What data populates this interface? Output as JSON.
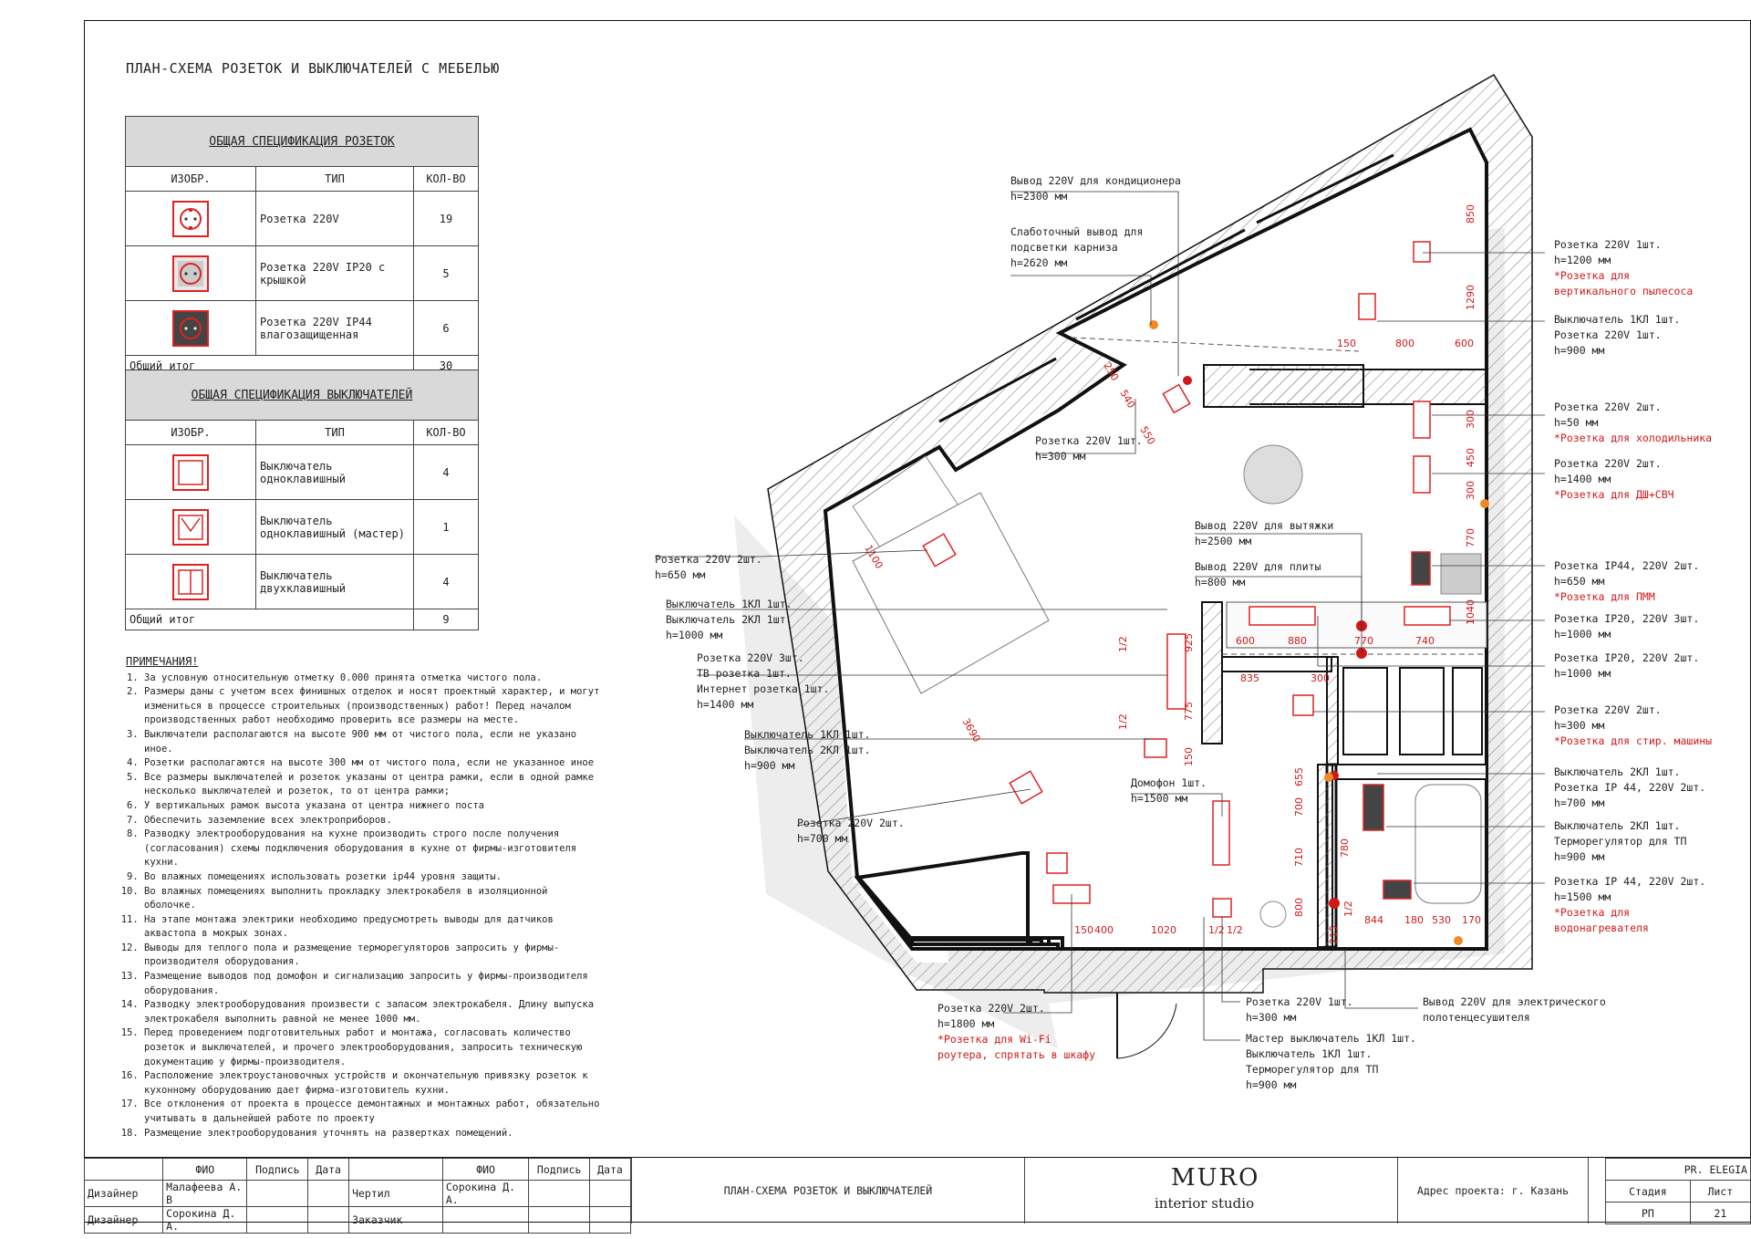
{
  "title": "ПЛАН-СХЕМА РОЗЕТОК И ВЫКЛЮЧАТЕЛЕЙ С МЕБЕЛЬЮ",
  "sockets_table": {
    "header": "ОБЩАЯ СПЕЦИФИКАЦИЯ РОЗЕТОК",
    "cols": [
      "ИЗОБР.",
      "ТИП",
      "КОЛ-ВО"
    ],
    "rows": [
      {
        "type": "Розетка 220V",
        "count": "19"
      },
      {
        "type": "Розетка 220V IP20 с крышкой",
        "count": "5"
      },
      {
        "type": "Розетка 220V IP44 влагозащищенная",
        "count": "6"
      }
    ],
    "total_label": "Общий итог",
    "total": "30"
  },
  "switches_table": {
    "header": "ОБЩАЯ СПЕЦИФИКАЦИЯ ВЫКЛЮЧАТЕЛЕЙ",
    "cols": [
      "ИЗОБР.",
      "ТИП",
      "КОЛ-ВО"
    ],
    "rows": [
      {
        "type": "Выключатель одноклавишный",
        "count": "4"
      },
      {
        "type": "Выключатель одноклавишный (мастер)",
        "count": "1"
      },
      {
        "type": "Выключатель двухклавишный",
        "count": "4"
      }
    ],
    "total_label": "Общий итог",
    "total": "9"
  },
  "notes": {
    "heading": "ПРИМЕЧАНИЯ!",
    "items": [
      "За условную относительную отметку 0.000 принята отметка чистого пола.",
      "Размеры даны с учетом всех финишных отделок и носят проектный характер, и могут измениться в процессе строительных (производственных) работ! Перед началом производственных работ необходимо проверить все размеры на месте.",
      "Выключатели располагаются на высоте 900 мм от чистого пола, если не указано иное.",
      "Розетки располагаются на высоте 300 мм от чистого пола, если не указанное иное",
      "Все размеры выключателей и розеток указаны от центра рамки, если в одной рамке несколько выключателей и розеток, то от центра рамки;",
      "У вертикальных рамок высота указана от центра нижнего поста",
      "Обеспечить заземление всех электроприборов.",
      "Разводку электрооборудования на кухне производить строго после получения (согласования) схемы подключения оборудования в кухне от фирмы-изготовителя кухни.",
      "Во влажных помещениях использовать розетки ip44 уровня защиты.",
      "Во влажных помещениях выполнить прокладку электрокабеля в изоляционной оболочке.",
      "На этапе монтажа электрики необходимо предусмотреть выводы для датчиков аквастопа в мокрых зонах.",
      "Выводы для теплого пола и размещение терморегуляторов запросить у фирмы-производителя оборудования.",
      "Размещение выводов под домофон и сигнализацию запросить у фирмы-производителя оборудования.",
      "Разводку электрооборудования произвести с запасом электрокабеля. Длину выпуска электрокабеля выполнить равной не менее 1000 мм.",
      "Перед проведением подготовительных работ и монтажа, согласовать количество розеток и выключателей, и прочего электрооборудования, запросить техническую документацию у фирмы-производителя.",
      "Расположение электроустановочных устройств и окончательную привязку розеток к кухонному оборудованию дает фирма-изготовитель кухни.",
      "Все отклонения от проекта в процессе демонтажных и монтажных работ, обязательно учитывать в дальнейшей работе по проекту",
      "Размещение электрооборудования уточнять на развертках помещений."
    ]
  },
  "labels_left": [
    {
      "text": "Вывод 220V для кондиционера\nh=2300 мм",
      "red": ""
    },
    {
      "text": "Слаботочный вывод для\nподсветки карниза\nh=2620 мм",
      "red": ""
    },
    {
      "text": "Розетка 220V 1шт.\nh=300 мм",
      "red": ""
    },
    {
      "text": "Розетка 220V 2шт.\nh=650 мм",
      "red": ""
    },
    {
      "text": "Выключатель 1КЛ 1шт.\nВыключатель 2КЛ 1шт.\nh=1000 мм",
      "red": ""
    },
    {
      "text": "Розетка 220V 3шт.\nТВ розетка 1шт.\nИнтернет розетка 1шт.\nh=1400 мм",
      "red": ""
    },
    {
      "text": "Выключатель 1КЛ 1шт.\nВыключатель 2КЛ 1шт.\nh=900 мм",
      "red": ""
    },
    {
      "text": "Розетка 220V 2шт.\nh=700 мм",
      "red": ""
    },
    {
      "text": "Вывод 220V для вытяжки\nh=2500 мм",
      "red": ""
    },
    {
      "text": "Вывод 220V для плиты\nh=800 мм",
      "red": ""
    },
    {
      "text": "Домофон 1шт.\nh=1500 мм",
      "red": ""
    },
    {
      "text": "Розетка 220V 2шт.\nh=1800 мм",
      "red": "*Розетка для Wi-Fi\nроутера, спрятать в шкафу"
    },
    {
      "text": "Розетка 220V 1шт.\nh=300 мм",
      "red": ""
    },
    {
      "text": "Мастер выключатель 1КЛ 1шт.\nВыключатель 1КЛ 1шт.\nТерморегулятор для ТП\nh=900 мм",
      "red": ""
    },
    {
      "text": "Вывод 220V для электрического\nполотенцесушителя",
      "red": ""
    }
  ],
  "labels_right": [
    {
      "text": "Розетка 220V 1шт.\nh=1200 мм",
      "red": "*Розетка для\nвертикального пылесоса"
    },
    {
      "text": "Выключатель 1КЛ 1шт.\nРозетка 220V 1шт.\nh=900 мм",
      "red": ""
    },
    {
      "text": "Розетка 220V 2шт.\nh=50 мм",
      "red": "*Розетка для холодильника"
    },
    {
      "text": "Розетка 220V 2шт.\nh=1400 мм",
      "red": "*Розетка для ДШ+СВЧ"
    },
    {
      "text": "Розетка IP44, 220V 2шт.\nh=650 мм",
      "red": "*Розетка для ПММ"
    },
    {
      "text": "Розетка IP20, 220V 3шт.\nh=1000 мм",
      "red": ""
    },
    {
      "text": "Розетка IP20, 220V 2шт.\nh=1000 мм",
      "red": ""
    },
    {
      "text": "Розетка 220V 2шт.\nh=300 мм",
      "red": "*Розетка для стир. машины"
    },
    {
      "text": "Выключатель 2КЛ 1шт.\nРозетка IP 44, 220V 2шт.\nh=700 мм",
      "red": ""
    },
    {
      "text": "Выключатель 2КЛ 1шт.\nТерморегулятор для ТП\nh=900 мм",
      "red": ""
    },
    {
      "text": "Розетка IP 44, 220V 2шт.\nh=1500 мм",
      "red": "*Розетка для\nводонагревателя"
    }
  ],
  "dimensions": [
    "850",
    "1290",
    "150",
    "800",
    "600",
    "300",
    "450",
    "300",
    "770",
    "1040",
    "600",
    "880",
    "770",
    "740",
    "835",
    "300",
    "925",
    "775",
    "150",
    "1/2",
    "1/2",
    "1100",
    "3690",
    "655",
    "700",
    "710",
    "800",
    "780",
    "150",
    "400",
    "1020",
    "1/2",
    "1/2",
    "844",
    "180",
    "530",
    "170",
    "215",
    "1/2",
    "250",
    "540",
    "550"
  ],
  "stamp": {
    "fio": "ФИО",
    "sign": "Подпись",
    "date": "Дата",
    "role1": "Дизайнер",
    "name1": "Малафеева А. В",
    "role2": "Дизайнер",
    "name2": "Сорокина Д. А.",
    "role3": "Чертил",
    "name3": "Сорокина Д. А.",
    "role4": "Заказчик",
    "name4": "",
    "doc_title": "ПЛАН-СХЕМА РОЗЕТОК И ВЫКЛЮЧАТЕЛЕЙ",
    "logo": "MURO",
    "logo_sub": "interior studio",
    "address": "Адрес проекта: г. Казань",
    "project": "PR. ELEGIA",
    "stage_label": "Стадия",
    "sheet_label": "Лист",
    "stage": "РП",
    "sheet": "21"
  },
  "colors": {
    "accent": "#d01818",
    "wall": "#111111",
    "gray": "#d9d9d9"
  }
}
